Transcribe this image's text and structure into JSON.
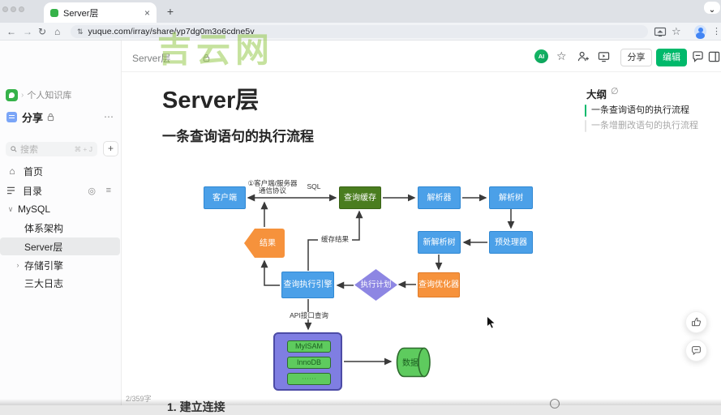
{
  "browser": {
    "tab_title": "Server层",
    "url": "yuque.com/irray/share/yp7dg0m3o6cdne5v"
  },
  "icons": {
    "close": "×",
    "plus": "+",
    "back": "←",
    "forward": "→",
    "reload": "↻",
    "home": "⌂",
    "star": "☆",
    "menu": "⋮",
    "more": "⋯",
    "site_info": "⇅",
    "chevron_down": "∨",
    "chevron_right": "›",
    "corner": "⌄",
    "locate": "◎",
    "outline_list": "≡",
    "eye_off": "∅"
  },
  "sidebar": {
    "workspace": "个人知识库",
    "space_title": "分享",
    "search_placeholder": "搜索",
    "search_shortcut": "⌘ + J",
    "home": "首页",
    "toc": "目录",
    "tree_root": "MySQL",
    "items": [
      {
        "label": "体系架构"
      },
      {
        "label": "Server层"
      },
      {
        "label": "存储引擎"
      },
      {
        "label": "三大日志"
      }
    ]
  },
  "doc": {
    "breadcrumb": "Server层",
    "ai_badge": "AI",
    "share_button": "分享",
    "edit_button": "编辑",
    "title": "Server层",
    "heading": "一条查询语句的执行流程",
    "word_count": "2/359字",
    "next_section_partial": "1. 建立连接"
  },
  "outline": {
    "title": "大纲",
    "items": [
      {
        "label": "一条查询语句的执行流程",
        "active": true
      },
      {
        "label": "一条增删改语句的执行流程",
        "active": false
      }
    ]
  },
  "watermark": "吉云网",
  "flowchart": {
    "nodes": {
      "client": "客户端",
      "query_cache": "查询缓存",
      "parser": "解析器",
      "parse_tree": "解析树",
      "new_parse_tree": "新解析树",
      "preprocessor": "预处理器",
      "result": "结果",
      "query_engine": "查询执行引擎",
      "exec_plan": "执行计划",
      "optimizer": "查询优化器",
      "data": "数据"
    },
    "engines": [
      "MyISAM",
      "InnoDB",
      "⋯⋯"
    ],
    "labels": {
      "protocol_line1": "①客户端/服务器",
      "protocol_line2": "通信协议",
      "sql": "SQL",
      "cache_result": "缓存结果",
      "api_query": "API接口查询"
    },
    "colors": {
      "node_blue": "#4BA0E8",
      "cache_green": "#4A7D1F",
      "accent_orange": "#F6923C",
      "plan_purple": "#8D86E3",
      "container_purple": "#7F7EE2",
      "engine_green": "#5ECB5E"
    }
  },
  "brand": {
    "accent_green": "#00B96B"
  }
}
